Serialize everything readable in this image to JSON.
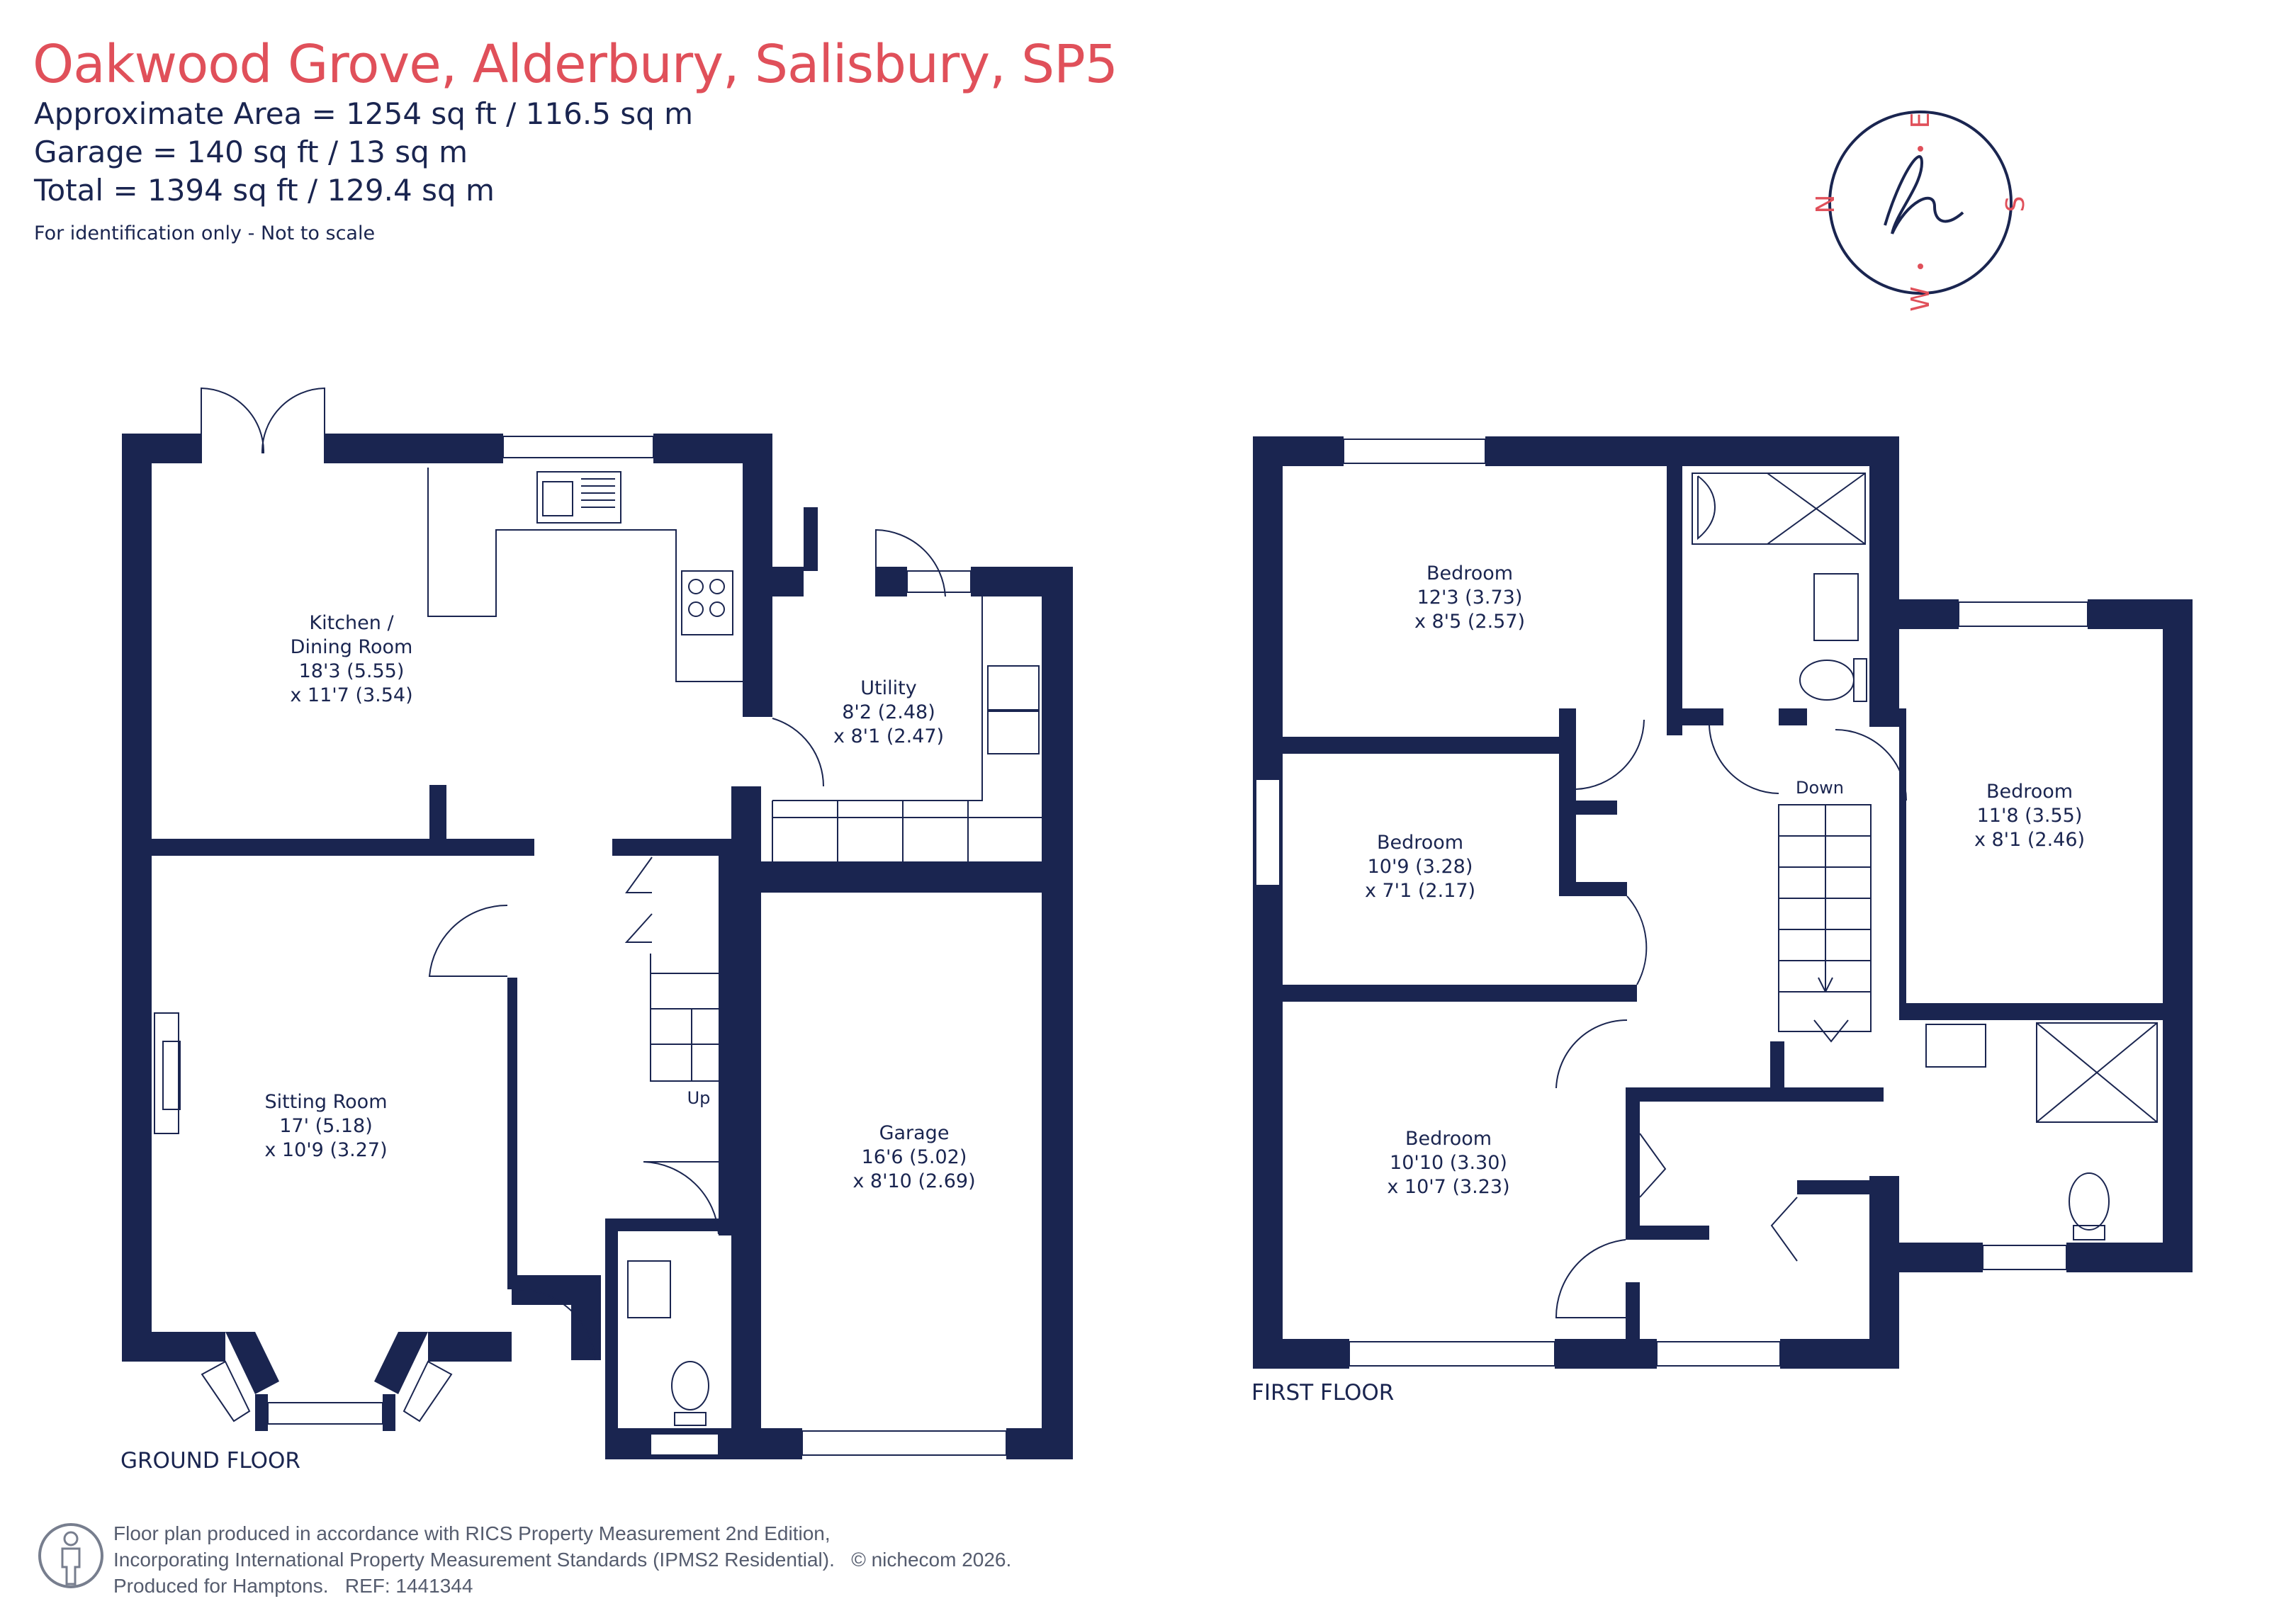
{
  "header": {
    "title": "Oakwood Grove, Alderbury, Salisbury, SP5",
    "approx_area": "Approximate Area = 1254 sq ft / 116.5 sq m",
    "garage_area": "Garage = 140 sq ft / 13 sq m",
    "total_area": "Total = 1394 sq ft / 129.4 sq m",
    "note": "For identification only - Not to scale"
  },
  "compass": {
    "n": "N",
    "e": "E",
    "s": "S",
    "w": "W",
    "logo_letter": "h",
    "ring_color": "#1a2550",
    "letter_color": "#e0505a"
  },
  "colors": {
    "wall": "#1a2550",
    "title": "#e0505a"
  },
  "ground_floor": {
    "label": "GROUND FLOOR",
    "rooms": [
      {
        "name": "Kitchen /",
        "name2": "Dining Room",
        "dim1": "18'3 (5.55)",
        "dim2": "x 11'7 (3.54)"
      },
      {
        "name": "Utility",
        "dim1": "8'2 (2.48)",
        "dim2": "x 8'1 (2.47)"
      },
      {
        "name": "Sitting Room",
        "dim1": "17' (5.18)",
        "dim2": "x 10'9 (3.27)"
      },
      {
        "name": "Garage",
        "dim1": "16'6 (5.02)",
        "dim2": "x 8'10 (2.69)"
      }
    ],
    "stairs_label": "Up"
  },
  "first_floor": {
    "label": "FIRST FLOOR",
    "rooms": [
      {
        "name": "Bedroom",
        "dim1": "12'3 (3.73)",
        "dim2": "x 8'5 (2.57)"
      },
      {
        "name": "Bedroom",
        "dim1": "10'9 (3.28)",
        "dim2": "x 7'1 (2.17)"
      },
      {
        "name": "Bedroom",
        "dim1": "11'8 (3.55)",
        "dim2": "x 8'1 (2.46)"
      },
      {
        "name": "Bedroom",
        "dim1": "10'10 (3.30)",
        "dim2": "x 10'7 (3.23)"
      }
    ],
    "stairs_label": "Down"
  },
  "footer": {
    "line1": "Floor plan produced in accordance with RICS Property Measurement 2nd Edition,",
    "line2": "Incorporating International Property Measurement Standards (IPMS2 Residential).",
    "copyright": "© nichecom 2026.",
    "line3": "Produced for Hamptons.",
    "ref": "REF: 1441344"
  }
}
